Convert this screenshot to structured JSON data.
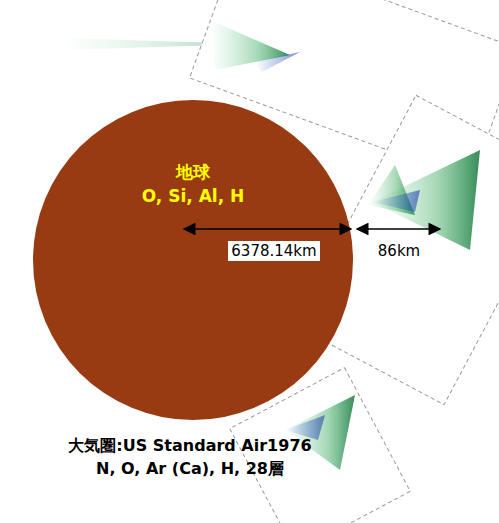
{
  "diagram": {
    "nodes": [
      {
        "text": [
          "地球",
          "O, Si, Al, H"
        ]
      }
    ],
    "labels": [
      "6378.14km",
      "86km",
      "大気圏:US Standard Air1976",
      "N, O, Ar (Ca), H, 28層"
    ]
  }
}
